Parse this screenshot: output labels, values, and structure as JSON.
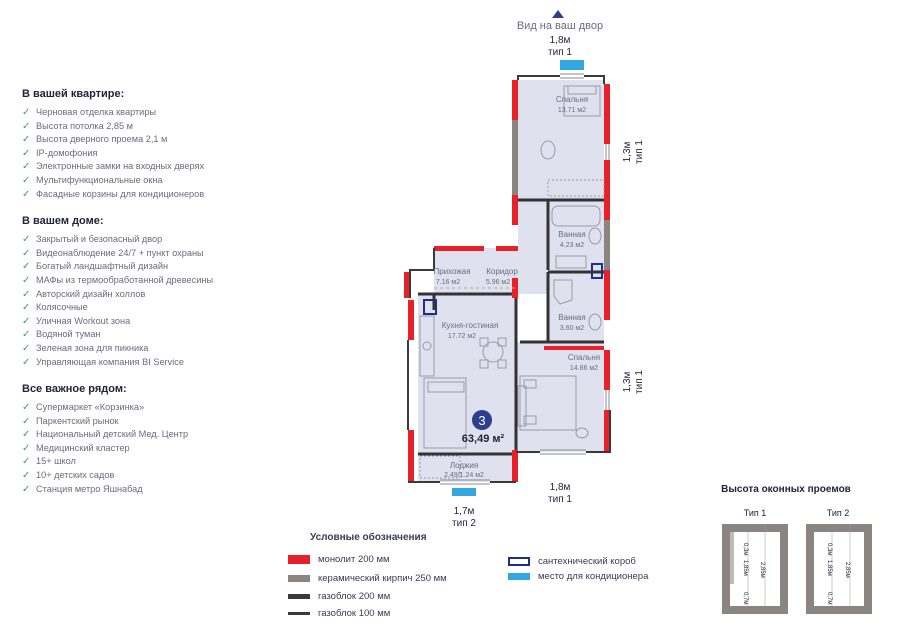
{
  "apartment": {
    "title": "В вашей квартире:",
    "items": [
      "Черновая отделка квартиры",
      "Высота потолка 2,85 м",
      "Высота дверного проема 2,1 м",
      "IP-домофония",
      "Электронные замки на входных дверях",
      "Мультифункциональные окна",
      "Фасадные корзины для кондиционеров"
    ]
  },
  "house": {
    "title": "В вашем доме:",
    "items": [
      "Закрытый и безопасный двор",
      "Видеонаблюдение 24/7 + пункт охраны",
      "Богатый ландшафтный дизайн",
      "МАФы из термообработанной древесины",
      "Авторский дизайн холлов",
      "Колясочные",
      "Уличная Workout зона",
      "Водяной туман",
      "Зеленая зона для пикника",
      "Управляющая компания BI Service"
    ]
  },
  "nearby": {
    "title": "Все важное рядом:",
    "items": [
      "Супермаркет «Корзинка»",
      "Паркентский рынок",
      "Национальный детский Мед. Центр",
      "Медицинский кластер",
      "15+ школ",
      "10+ детских садов",
      "Станция метро Яшнабад"
    ]
  },
  "plan": {
    "view_label": "Вид на ваш двор",
    "rooms": [
      {
        "name": "Спальня",
        "area": "13.71 м2"
      },
      {
        "name": "Ванная",
        "area": "4.23 м2"
      },
      {
        "name": "Прихожая",
        "area": "7.16 м2"
      },
      {
        "name": "Коридор",
        "area": "5.96 м2"
      },
      {
        "name": "Ванная",
        "area": "3.60 м2"
      },
      {
        "name": "Кухня-гостиная",
        "area": "17.72 м2"
      },
      {
        "name": "Спальня",
        "area": "14.86 м2"
      },
      {
        "name": "Лоджия",
        "area": "2.49/1.24 м2"
      }
    ],
    "rooms_count": "3",
    "total_area": "63,49 м²",
    "windows": [
      {
        "size": "1,8м",
        "type": "тип 1"
      },
      {
        "size": "1,3м",
        "type": "тип 1"
      },
      {
        "size": "1,3м",
        "type": "тип 1"
      },
      {
        "size": "1,8м",
        "type": "тип 1"
      },
      {
        "size": "1,7м",
        "type": "тип 2"
      }
    ]
  },
  "legend": {
    "title": "Условные обозначения",
    "items": [
      {
        "label": "монолит 200 мм",
        "color": "#e8202a"
      },
      {
        "label": "керамический кирпич 250 мм",
        "color": "#8a8580"
      },
      {
        "label": "газоблок 200 мм",
        "color": "#3a3a3a"
      },
      {
        "label": "газоблок 100 мм",
        "color": "#3a3a3a"
      },
      {
        "label": "сантехнический короб",
        "color": "#1f2f86"
      },
      {
        "label": "место для кондиционера",
        "color": "#33a8e0"
      }
    ]
  },
  "window_heights": {
    "title": "Высота оконных проемов",
    "types": [
      {
        "name": "Тип 1",
        "dims": [
          "0,3м",
          "1,85м",
          "0,7м"
        ],
        "total": "2,85м"
      },
      {
        "name": "Тип 2",
        "dims": [
          "0,3м",
          "1,85м",
          "0,7м"
        ],
        "total": "2,85м"
      }
    ]
  }
}
